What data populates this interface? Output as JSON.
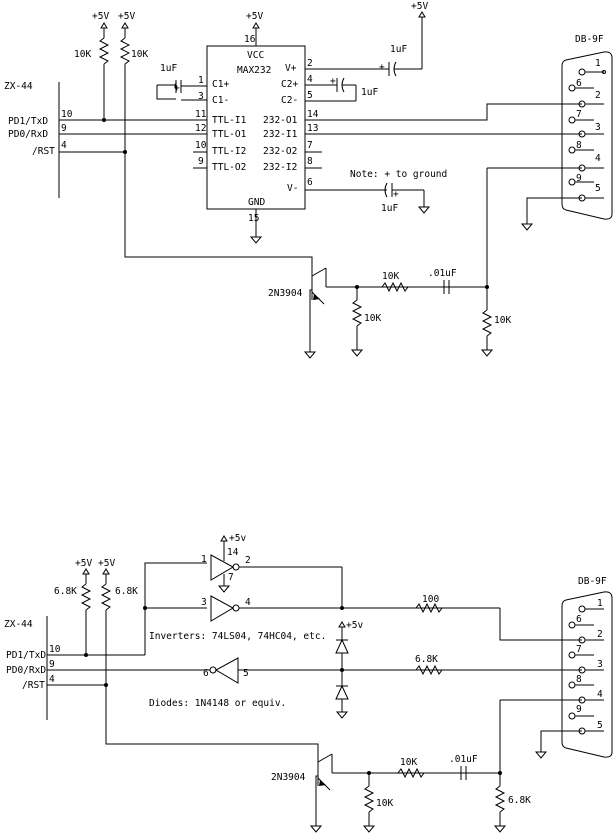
{
  "top": {
    "connector_left": "ZX-44",
    "pins_left": [
      {
        "num": "10",
        "label": "PD1/TxD"
      },
      {
        "num": "9",
        "label": "PD0/RxD"
      },
      {
        "num": "4",
        "label": "/RST"
      }
    ],
    "pullups": [
      {
        "supply": "+5V",
        "value": "10K"
      },
      {
        "supply": "+5V",
        "value": "10K"
      }
    ],
    "chip": {
      "name": "MAX232",
      "vcc_label": "VCC",
      "vcc_pin": "16",
      "vcc_supply": "+5V",
      "gnd_label": "GND",
      "gnd_pin": "15",
      "left_pins": [
        {
          "num": "1",
          "label": "C1+"
        },
        {
          "num": "3",
          "label": "C1-"
        },
        {
          "num": "11",
          "label": "TTL-I1"
        },
        {
          "num": "12",
          "label": "TTL-O1"
        },
        {
          "num": "10",
          "label": "TTL-I2"
        },
        {
          "num": "9",
          "label": "TTL-O2"
        }
      ],
      "right_pins": [
        {
          "num": "2",
          "label": "V+"
        },
        {
          "num": "4",
          "label": "C2+"
        },
        {
          "num": "5",
          "label": "C2-"
        },
        {
          "num": "14",
          "label": "232-O1"
        },
        {
          "num": "13",
          "label": "232-I1"
        },
        {
          "num": "7",
          "label": "232-O2"
        },
        {
          "num": "8",
          "label": "232-I2"
        },
        {
          "num": "6",
          "label": "V-"
        }
      ]
    },
    "cap_c1": "1uF",
    "cap_v_plus": "1uF",
    "cap_v_plus_supply": "+5V",
    "cap_c2": "1uF",
    "cap_v_minus": "1uF",
    "note": "Note: + to ground",
    "plus_sign": "+",
    "transistor": "2N3904",
    "res_base": "10K",
    "cap_coupling": ".01uF",
    "res_base_gnd": "10K",
    "res_line_gnd": "10K",
    "connector_right": "DB-9F",
    "db9_pins": [
      "1",
      "6",
      "2",
      "7",
      "3",
      "8",
      "4",
      "9",
      "5"
    ]
  },
  "bottom": {
    "connector_left": "ZX-44",
    "pins_left": [
      {
        "num": "10",
        "label": "PD1/TxD"
      },
      {
        "num": "9",
        "label": "PD0/RxD"
      },
      {
        "num": "4",
        "label": "/RST"
      }
    ],
    "pullups": [
      {
        "supply": "+5V",
        "value": "6.8K"
      },
      {
        "supply": "+5V",
        "value": "6.8K"
      }
    ],
    "inverter1": {
      "in": "1",
      "out": "2",
      "vcc": "14",
      "gnd": "7",
      "supply": "+5v"
    },
    "inverter2": {
      "in": "3",
      "out": "4"
    },
    "inverter3": {
      "in": "5",
      "out": "6"
    },
    "inverters_note": "Inverters: 74LS04, 74HC04, etc.",
    "diode_supply": "+5v",
    "diodes_note": "Diodes: 1N4148 or equiv.",
    "res_tx": "100",
    "res_rx": "6.8K",
    "transistor": "2N3904",
    "res_base": "10K",
    "cap_coupling": ".01uF",
    "res_base_gnd": "10K",
    "res_line_gnd": "6.8K",
    "connector_right": "DB-9F",
    "db9_pins": [
      "1",
      "6",
      "2",
      "7",
      "3",
      "8",
      "4",
      "9",
      "5"
    ]
  }
}
